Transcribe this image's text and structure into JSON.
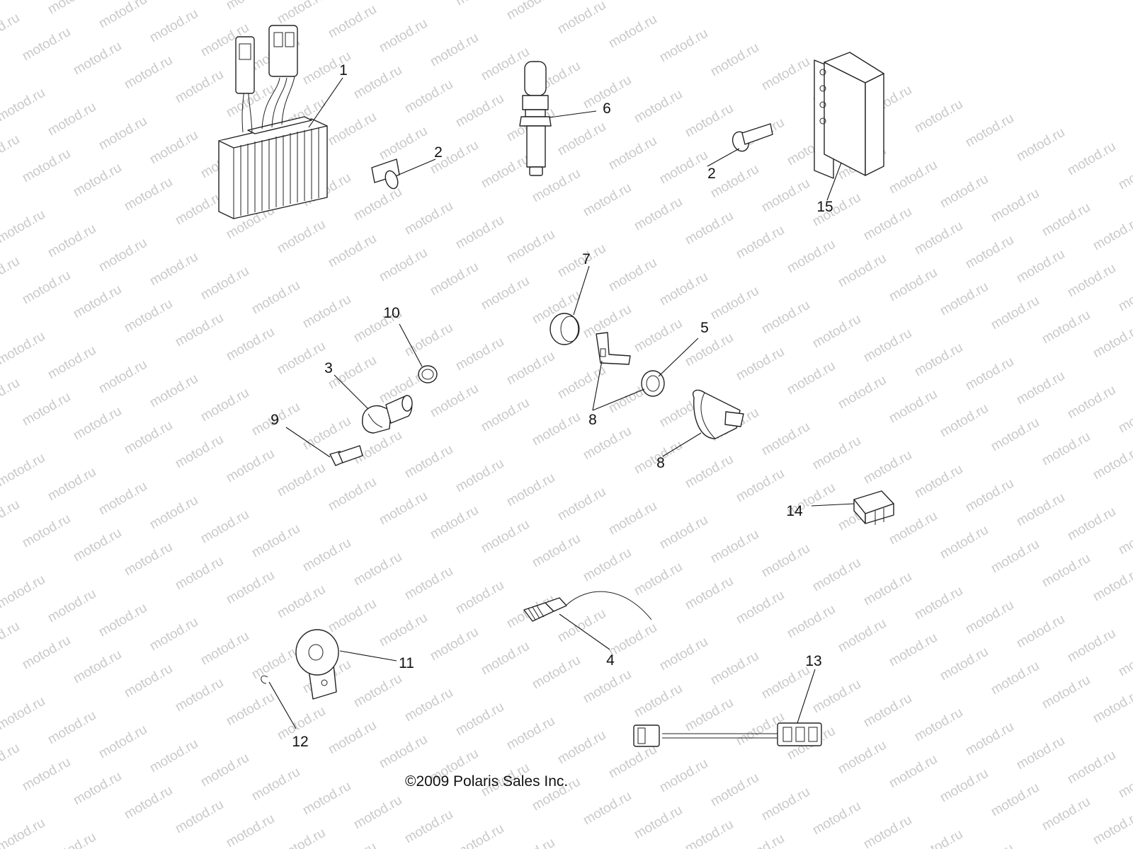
{
  "watermark": {
    "text": "motod.ru"
  },
  "callouts": [
    {
      "id": "c1",
      "label": "1"
    },
    {
      "id": "c2a",
      "label": "2"
    },
    {
      "id": "c2b",
      "label": "2"
    },
    {
      "id": "c3",
      "label": "3"
    },
    {
      "id": "c4",
      "label": "4"
    },
    {
      "id": "c5",
      "label": "5"
    },
    {
      "id": "c6",
      "label": "6"
    },
    {
      "id": "c7",
      "label": "7"
    },
    {
      "id": "c8a",
      "label": "8"
    },
    {
      "id": "c8b",
      "label": "8"
    },
    {
      "id": "c9",
      "label": "9"
    },
    {
      "id": "c10",
      "label": "10"
    },
    {
      "id": "c11",
      "label": "11"
    },
    {
      "id": "c12",
      "label": "12"
    },
    {
      "id": "c13",
      "label": "13"
    },
    {
      "id": "c14",
      "label": "14"
    },
    {
      "id": "c15",
      "label": "15"
    }
  ],
  "copyright": "©2009 Polaris Sales Inc."
}
